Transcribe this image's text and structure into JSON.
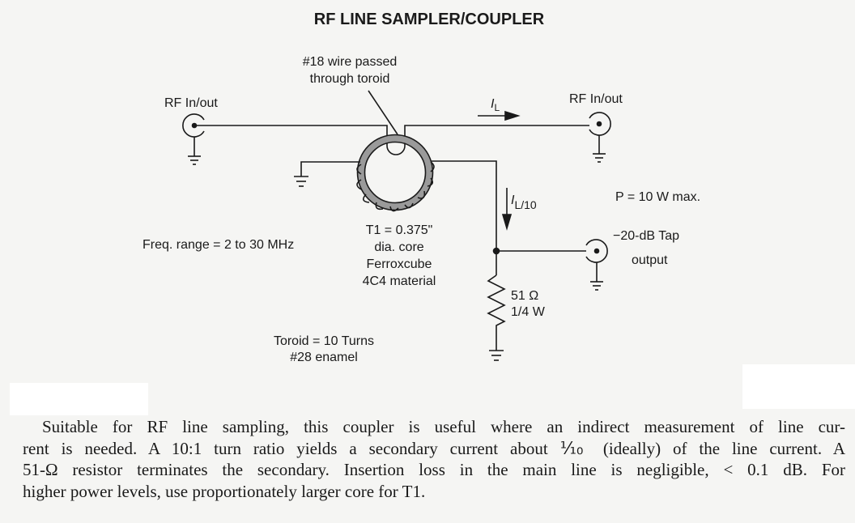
{
  "title": "RF LINE SAMPLER/COUPLER",
  "labels": {
    "wire_note_1": "#18 wire passed",
    "wire_note_2": "through toroid",
    "rf_in_left": "RF In/out",
    "rf_in_right": "RF In/out",
    "line_current": "I",
    "line_current_sub": "L",
    "sec_current": "I",
    "sec_current_sub": "L/10",
    "power": "P = 10 W max.",
    "tap_1": "−20-dB Tap",
    "tap_2": "output",
    "freq": "Freq. range = 2 to 30 MHz",
    "t1_1": "T1 = 0.375\"",
    "t1_2": "dia. core",
    "t1_3": "Ferroxcube",
    "t1_4": "4C4 material",
    "res_1": "51 Ω",
    "res_2": "1/4 W",
    "toroid_1": "Toroid = 10 Turns",
    "toroid_2": "#28 enamel"
  },
  "caption": {
    "line1": "Suitable for RF line sampling, this coupler is useful where an indirect measurement of line cur-",
    "line2": "rent is needed. A 10:1 turn ratio yields a secondary current about ⅒ (ideally) of the line current. A",
    "line3": "51-Ω resistor terminates the secondary. Insertion loss in the main line is negligible, < 0.1 dB. For",
    "line4": "higher power levels, use proportionately larger core for T1."
  }
}
